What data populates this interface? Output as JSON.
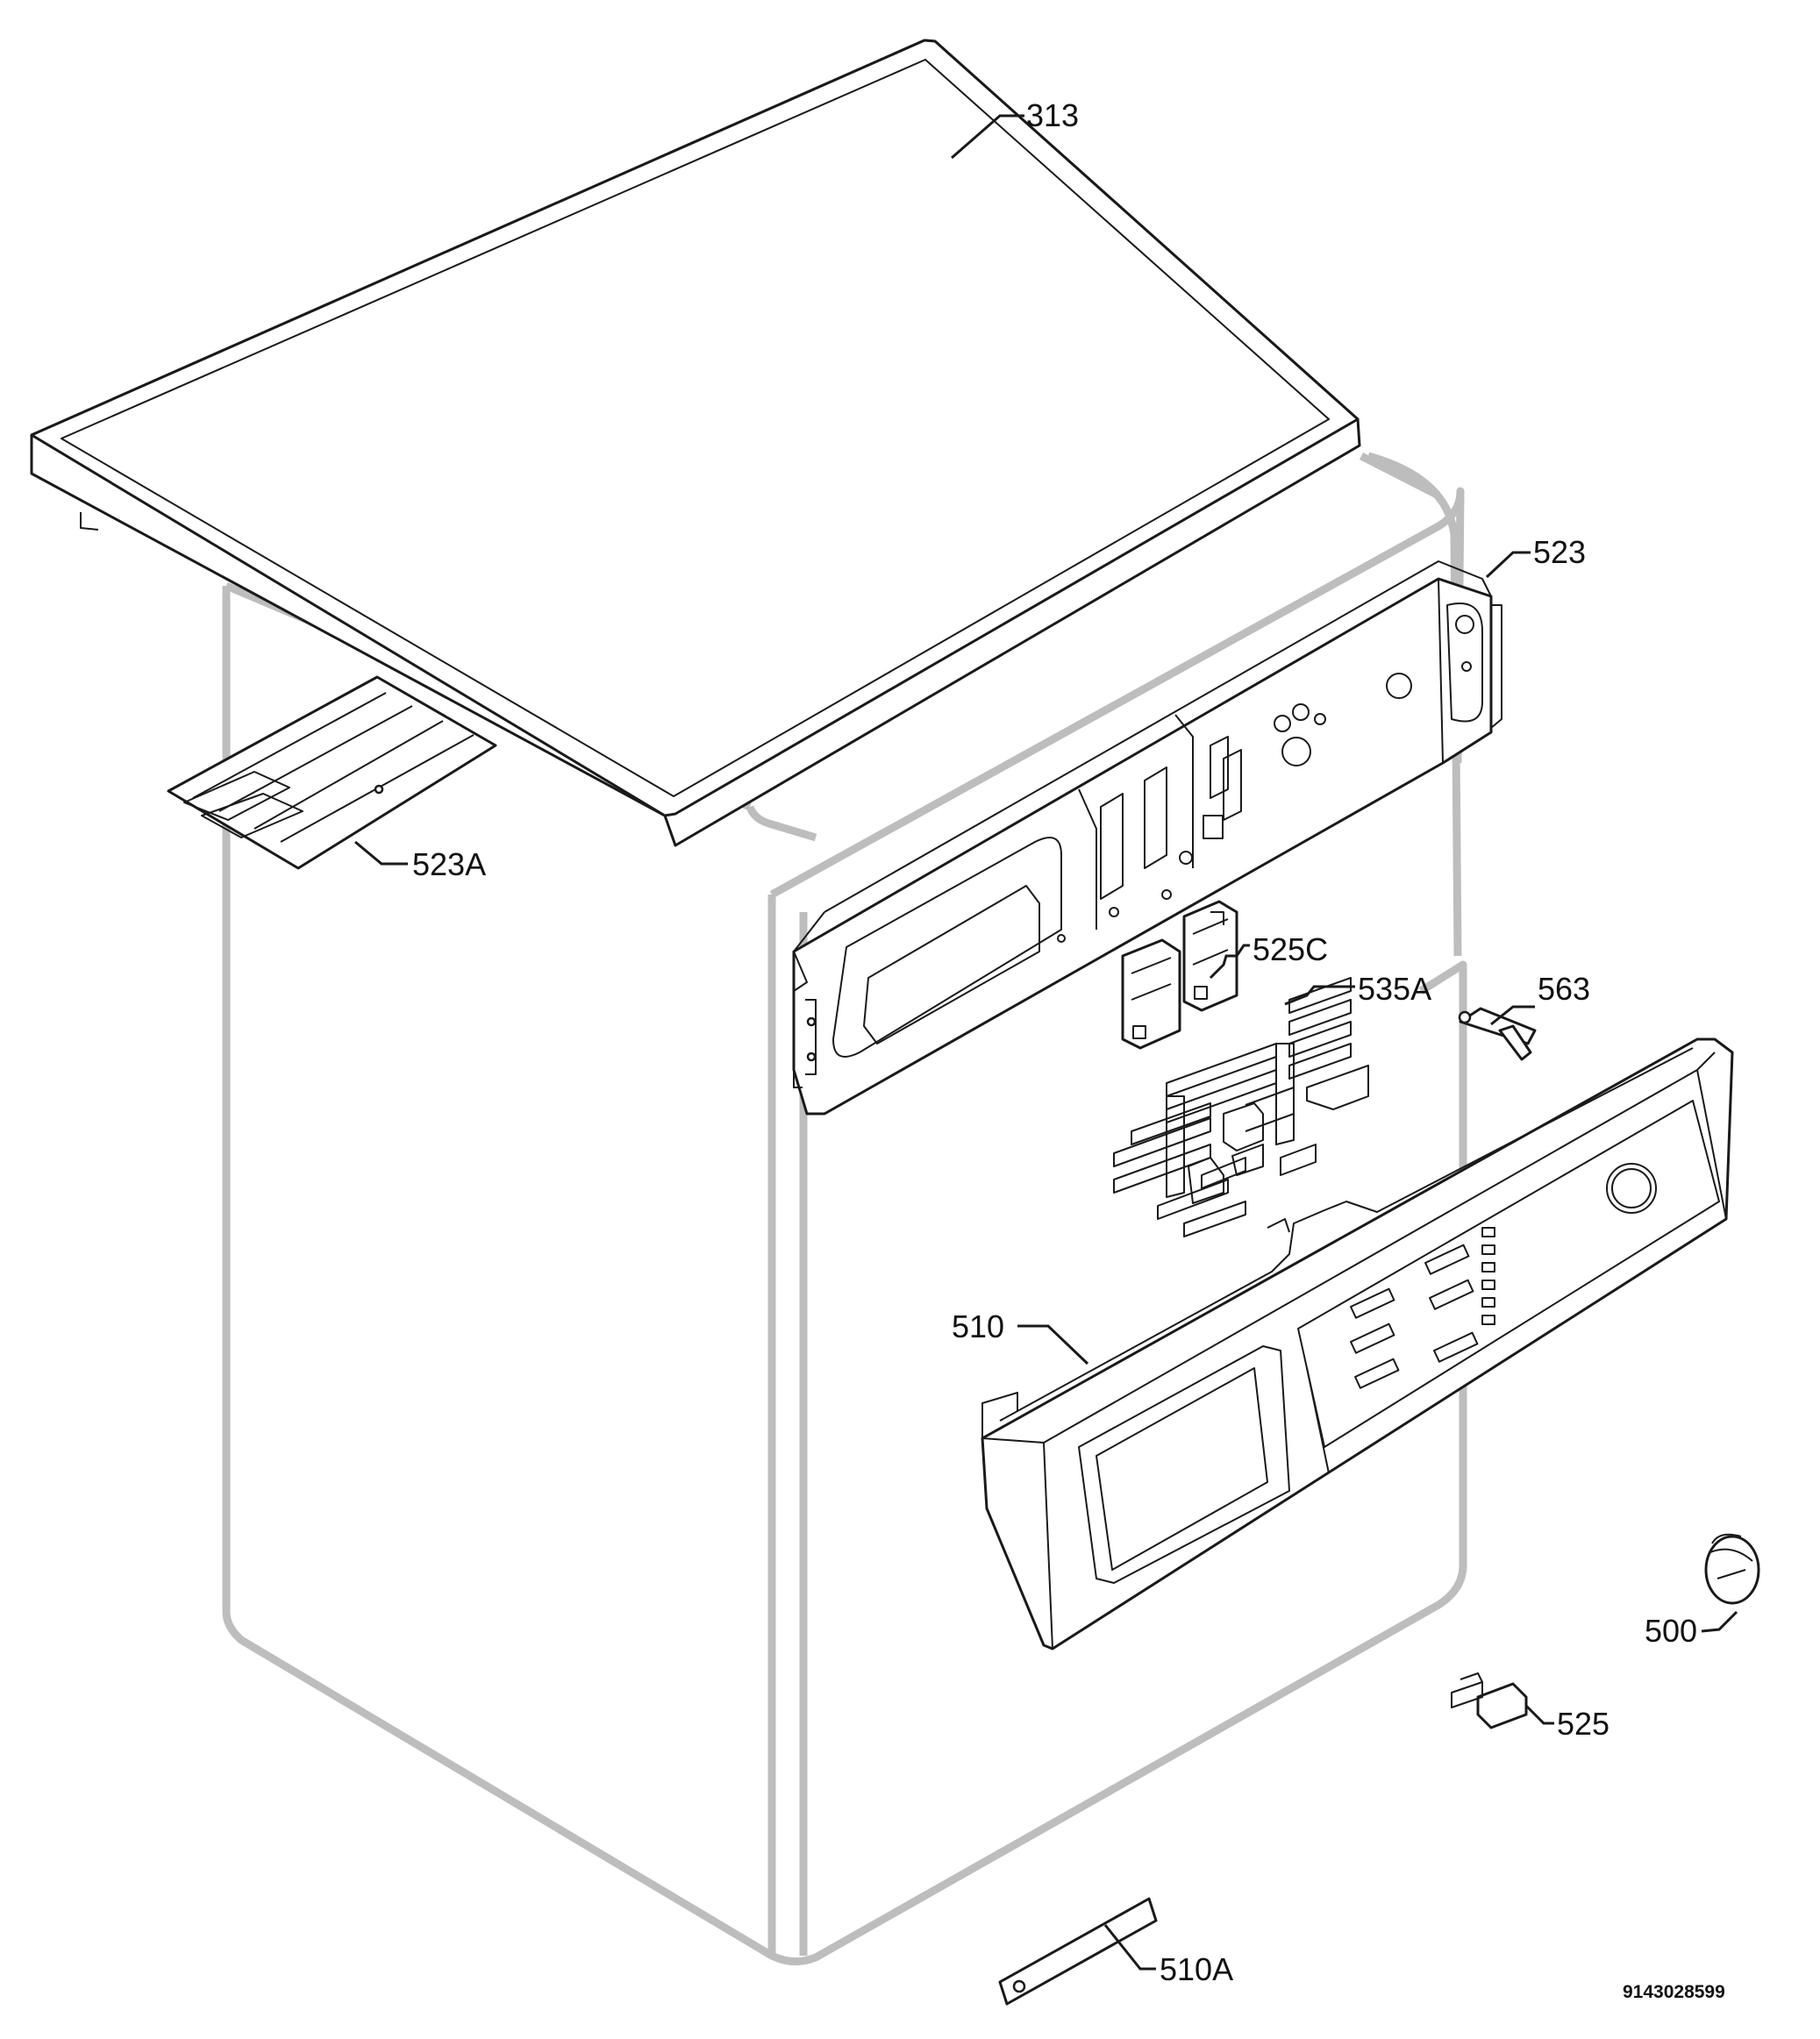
{
  "callouts": {
    "c313": "313",
    "c523": "523",
    "c523a": "523A",
    "c525c": "525C",
    "c535a": "535A",
    "c563": "563",
    "c510": "510",
    "c500": "500",
    "c525": "525",
    "c510a": "510A"
  },
  "doc_number": "9143028599",
  "colors": {
    "line": "#1a1a1a",
    "cabinet_outline": "#bdbdbd",
    "background": "#ffffff"
  }
}
